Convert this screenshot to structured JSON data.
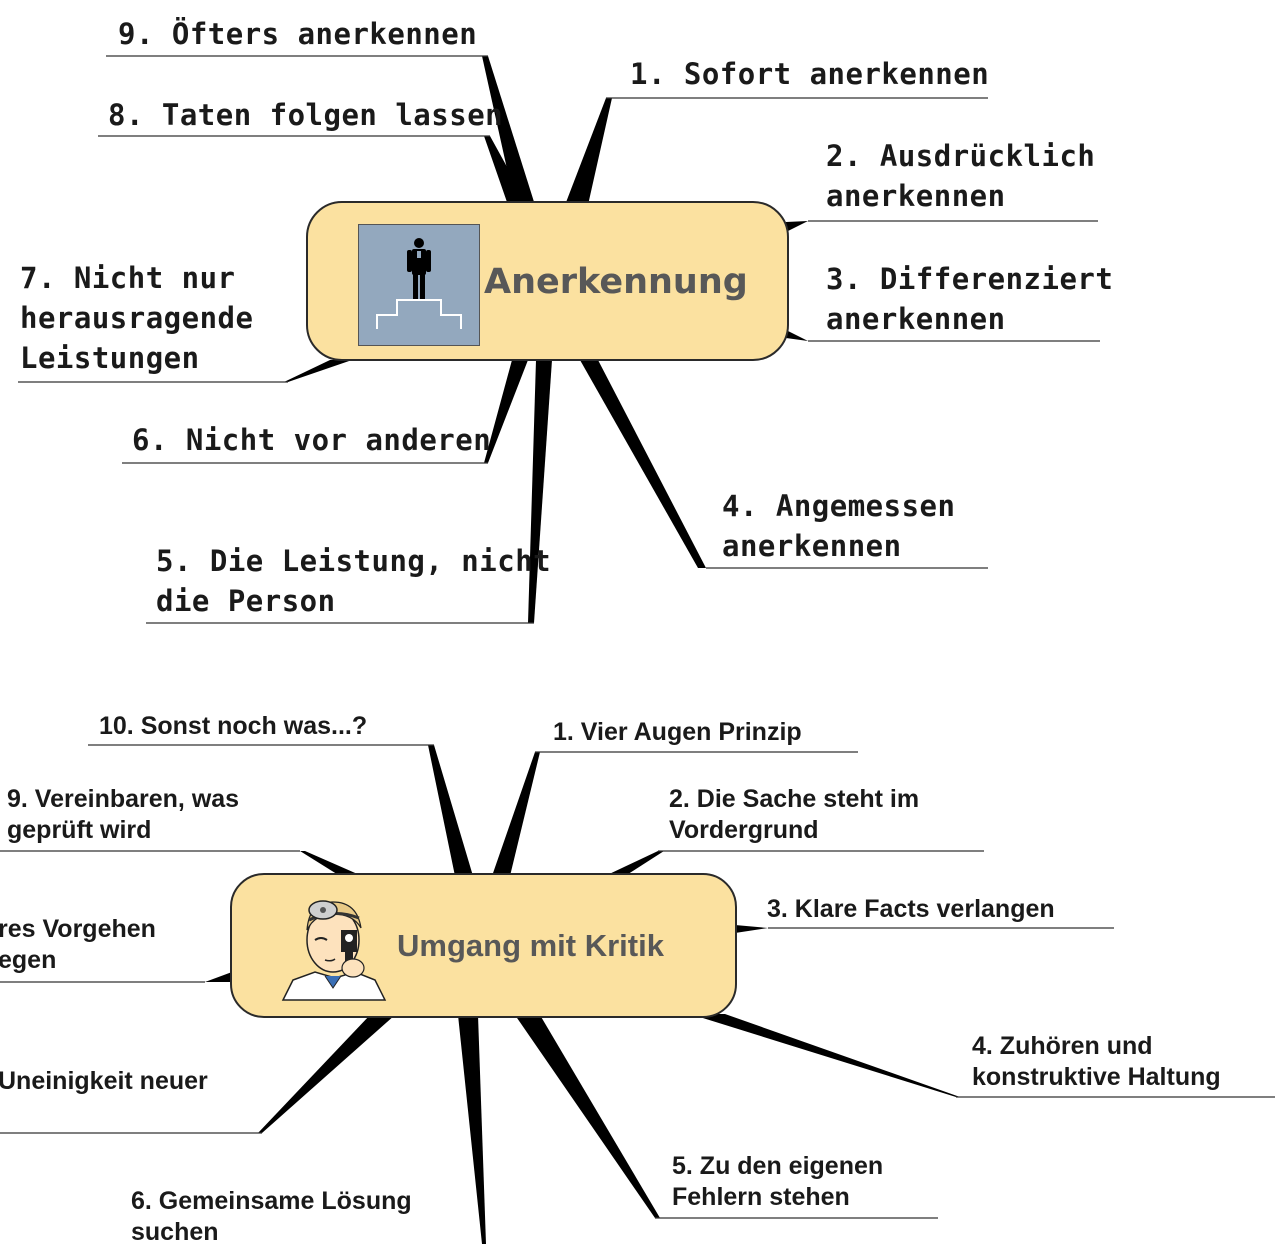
{
  "map1": {
    "title": "Anerkennung",
    "branches": [
      {
        "label": "1. Sofort anerkennen"
      },
      {
        "label": "2. Ausdrücklich\nanerkennen"
      },
      {
        "label": "3. Differenziert\nanerkennen"
      },
      {
        "label": "4. Angemessen\nanerkennen"
      },
      {
        "label": "5. Die Leistung, nicht\ndie Person"
      },
      {
        "label": "6. Nicht vor anderen"
      },
      {
        "label": "7. Nicht nur\nherausragende\nLeistungen"
      },
      {
        "label": "8. Taten folgen lassen"
      },
      {
        "label": "9. Öfters anerkennen"
      }
    ]
  },
  "map2": {
    "title": "Umgang mit Kritik",
    "branches": [
      {
        "label": "1. Vier Augen Prinzip"
      },
      {
        "label": "2. Die Sache steht im\nVordergrund"
      },
      {
        "label": "3. Klare Facts verlangen"
      },
      {
        "label": "4. Zuhören und\nkonstruktive Haltung"
      },
      {
        "label": "5. Zu den eigenen\nFehlern stehen"
      },
      {
        "label": "6. Gemeinsame Lösung\nsuchen"
      },
      {
        "label": "Uneinigkeit neuer"
      },
      {
        "label": "res Vorgehen\negen"
      },
      {
        "label": "9. Vereinbaren, was\ngeprüft wird"
      },
      {
        "label": "10. Sonst noch was...?"
      }
    ]
  },
  "colors": {
    "node_fill": "#fbe1a0",
    "branch": "#000000",
    "title_text": "#585858",
    "podium_bg": "#93a8be"
  }
}
